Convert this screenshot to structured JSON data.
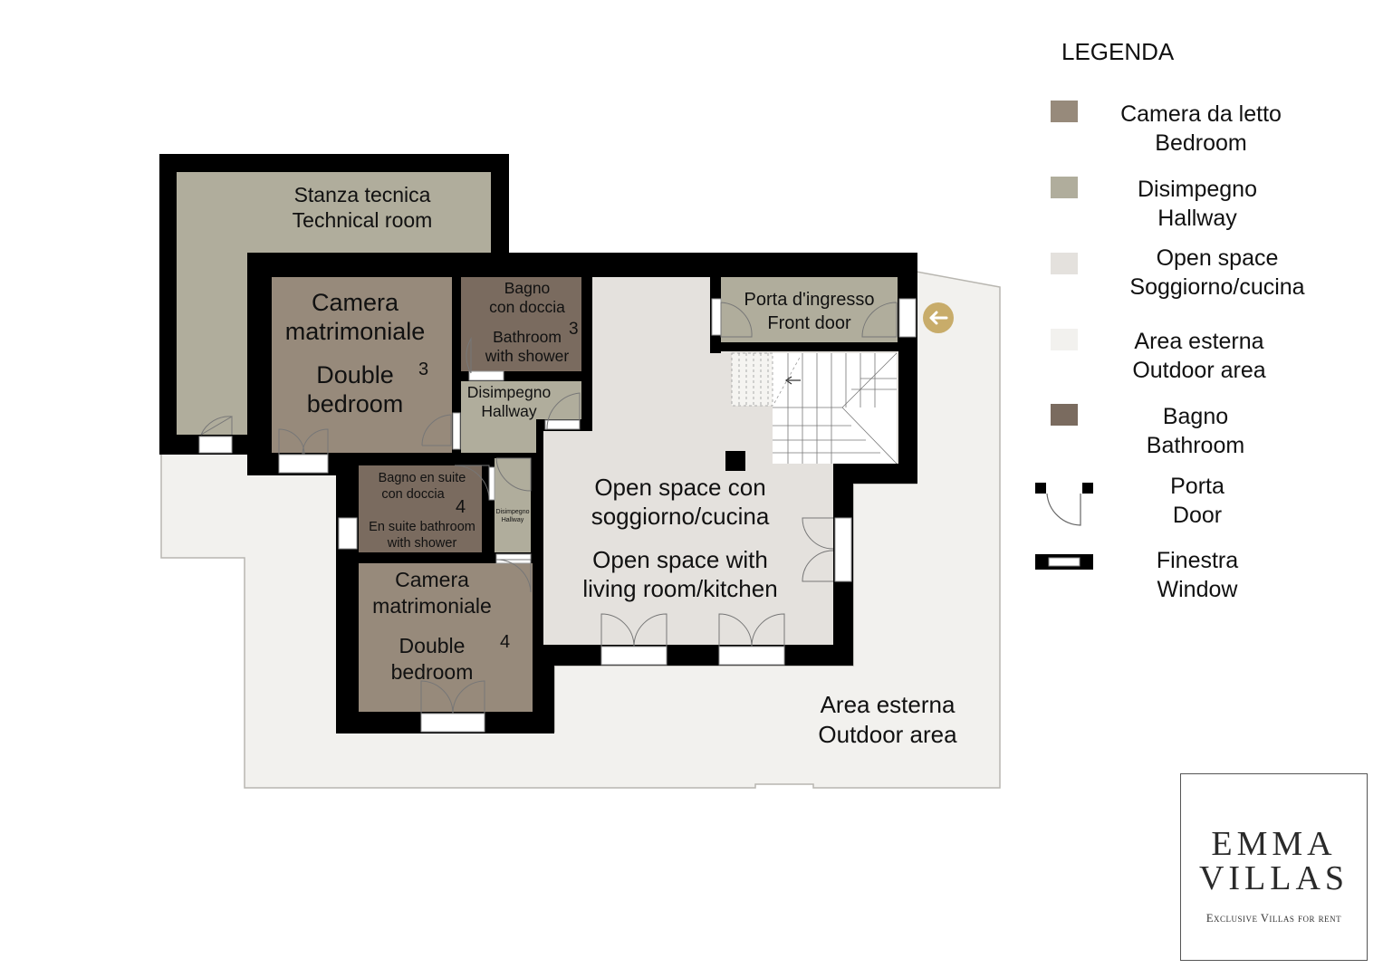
{
  "colors": {
    "bedroom": "#978a7b",
    "hallway": "#b0ad9c",
    "open_space": "#e4e1dd",
    "outdoor": "#f2f1ee",
    "bathroom": "#7a6b5f",
    "wall": "#000000",
    "gold": "#c8ac6a"
  },
  "rooms": {
    "technical": [
      "Stanza tecnica",
      "Technical room"
    ],
    "master3": [
      "Camera",
      "matrimoniale",
      "Double",
      "bedroom"
    ],
    "master3_num": "3",
    "bath3": [
      "Bagno",
      "con doccia",
      "Bathroom",
      "with shower"
    ],
    "bath3_num": "3",
    "hall_a": [
      "Disimpegno",
      "Hallway"
    ],
    "front_door": [
      "Porta d'ingresso",
      "Front door"
    ],
    "ensuite": [
      "Bagno en suite",
      "con doccia",
      "En suite bathroom",
      "with shower"
    ],
    "ensuite_num": "4",
    "hall_b": [
      "Disimpegno",
      "Hallway"
    ],
    "master4": [
      "Camera",
      "matrimoniale",
      "Double",
      "bedroom"
    ],
    "master4_num": "4",
    "open_space": [
      "Open space con",
      "soggiorno/cucina",
      "Open space with",
      "living room/kitchen"
    ],
    "outdoor": [
      "Area esterna",
      "Outdoor area"
    ]
  },
  "legend": {
    "title": "LEGENDA",
    "items": [
      {
        "line1": "Camera da letto",
        "line2": "Bedroom",
        "color": "#978a7b"
      },
      {
        "line1": "Disimpegno",
        "line2": "Hallway",
        "color": "#b0ad9c"
      },
      {
        "line1": "Open space",
        "line2": "Soggiorno/cucina",
        "color": "#e4e1dd"
      },
      {
        "line1": "Area esterna",
        "line2": "Outdoor area",
        "color": "#f2f1ee"
      },
      {
        "line1": "Bagno",
        "line2": "Bathroom",
        "color": "#7a6b5f"
      },
      {
        "line1": "Porta",
        "line2": "Door",
        "icon": "door-symbol-icon"
      },
      {
        "line1": "Finestra",
        "line2": "Window",
        "icon": "window-symbol-icon"
      }
    ]
  },
  "logo": {
    "line1": "EMMA",
    "line2": "VILLAS",
    "tagline": "Exclusive Villas for rent"
  },
  "icons": {
    "entrance": "arrow-left-icon"
  }
}
